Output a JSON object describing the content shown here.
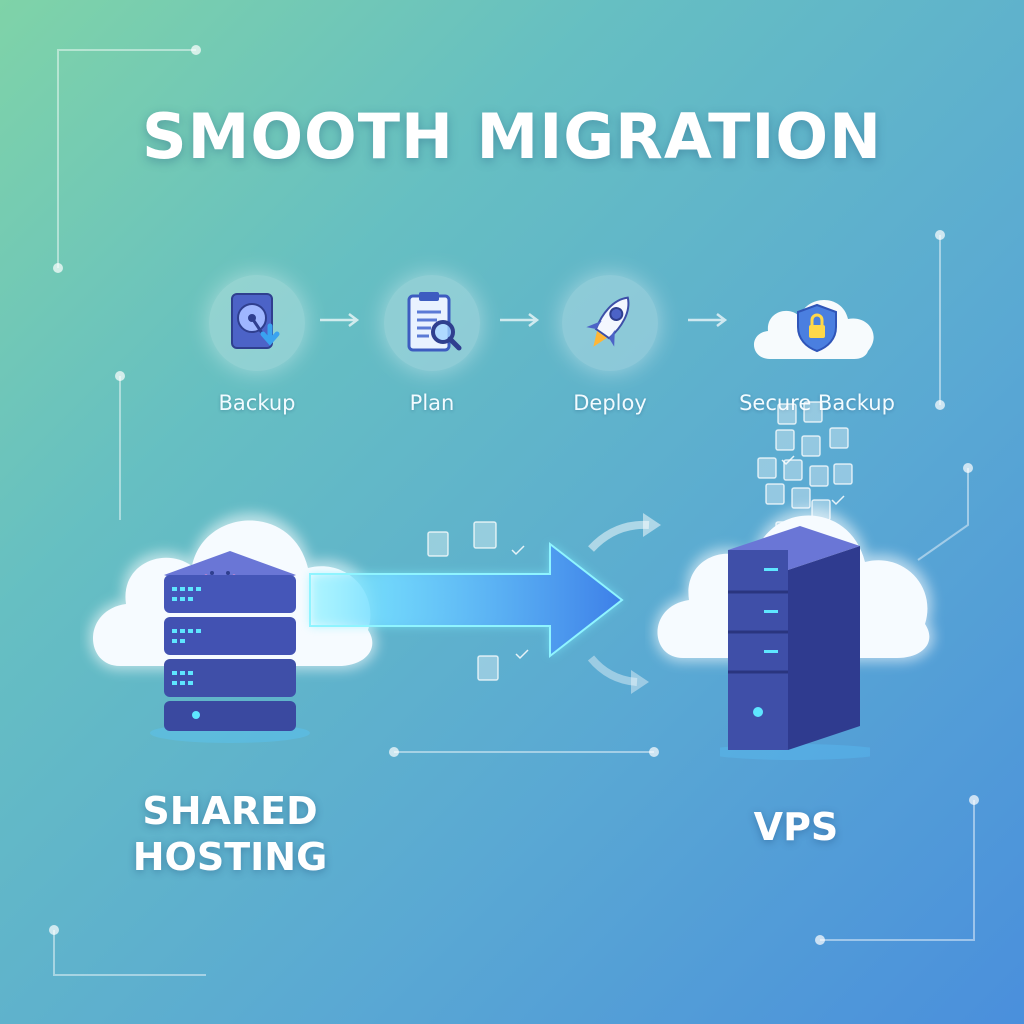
{
  "title": "SMOOTH MIGRATION",
  "steps": [
    {
      "label": "Backup",
      "icon": "hard-drive-icon"
    },
    {
      "label": "Plan",
      "icon": "clipboard-search-icon"
    },
    {
      "label": "Deploy",
      "icon": "rocket-icon"
    },
    {
      "label": "Secure Backup",
      "icon": "cloud-shield-icon"
    }
  ],
  "source": {
    "label_line1": "SHARED",
    "label_line2": "HOSTING"
  },
  "destination": {
    "label": "VPS"
  },
  "colors": {
    "server_body": "#3f4fa8",
    "server_top": "#6a76d6",
    "accent_glow": "#5ee6ff",
    "arrow": "#3d8ff0",
    "text": "#ffffff"
  }
}
